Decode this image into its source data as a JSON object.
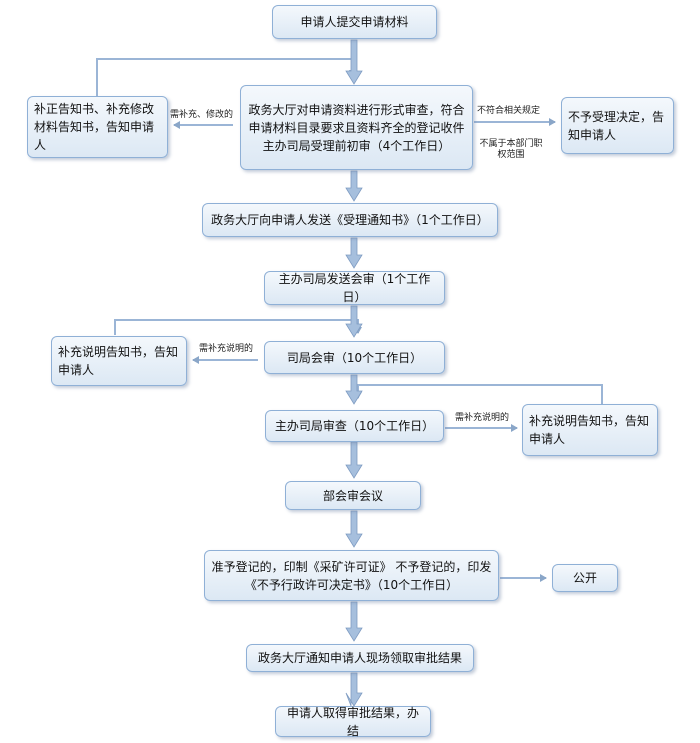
{
  "nodes": {
    "n1": "申请人提交申请材料",
    "n2": "政务大厅对申请资料进行形式审查，符合申请材料目录要求且资料齐全的登记收件主办司局受理前初审（4个工作日）",
    "n2_left": "补正告知书、补充修改材料告知书，告知申请人",
    "n2_right": "不予受理决定，告知申请人",
    "n3": "政务大厅向申请人发送《受理通知书》（1个工作日）",
    "n4": "主办司局发送会审（1个工作日）",
    "n5": "司局会审（10个工作日）",
    "n5_left": "补充说明告知书，告知申请人",
    "n6": "主办司局审查（10个工作日）",
    "n6_right": "补充说明告知书，告知申请人",
    "n7": "部会审会议",
    "n8": "准予登记的，印制《采矿许可证》 不予登记的，印发《不予行政许可决定书》（10个工作日）",
    "n8_right": "公开",
    "n9": "政务大厅通知申请人现场领取审批结果",
    "n10": "申请人取得审批结果，办结"
  },
  "edge_labels": {
    "supplement_modify": "需补充、修改的",
    "not_compliant": "不符合相关规定",
    "not_in_scope": "不属于本部门职权范围",
    "need_supplement_1": "需补充说明的",
    "need_supplement_2": "需补充说明的"
  }
}
